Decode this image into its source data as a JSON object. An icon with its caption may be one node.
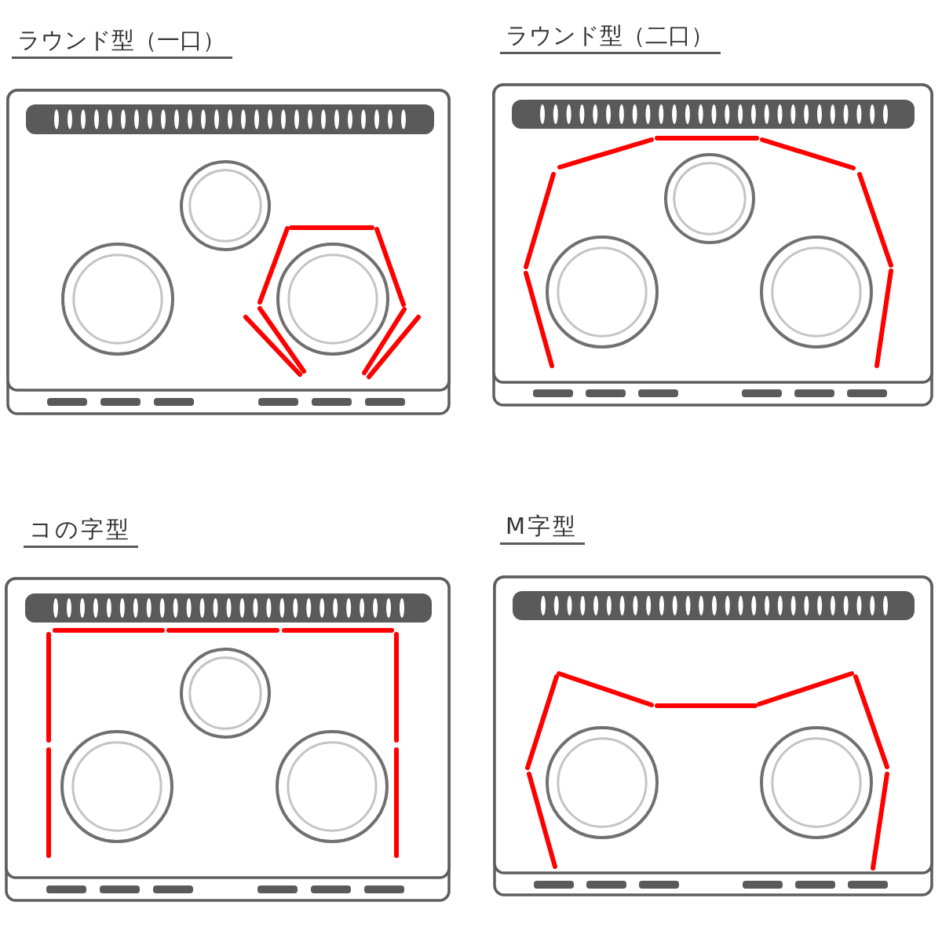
{
  "diagram": {
    "nodes": [
      {
        "text": [
          "ラウンド型（一口）"
        ]
      },
      {
        "text": [
          "ラウンド型（二口）"
        ]
      },
      {
        "text": [
          "コの字型"
        ]
      },
      {
        "text": [
          "M字型"
        ]
      }
    ]
  }
}
